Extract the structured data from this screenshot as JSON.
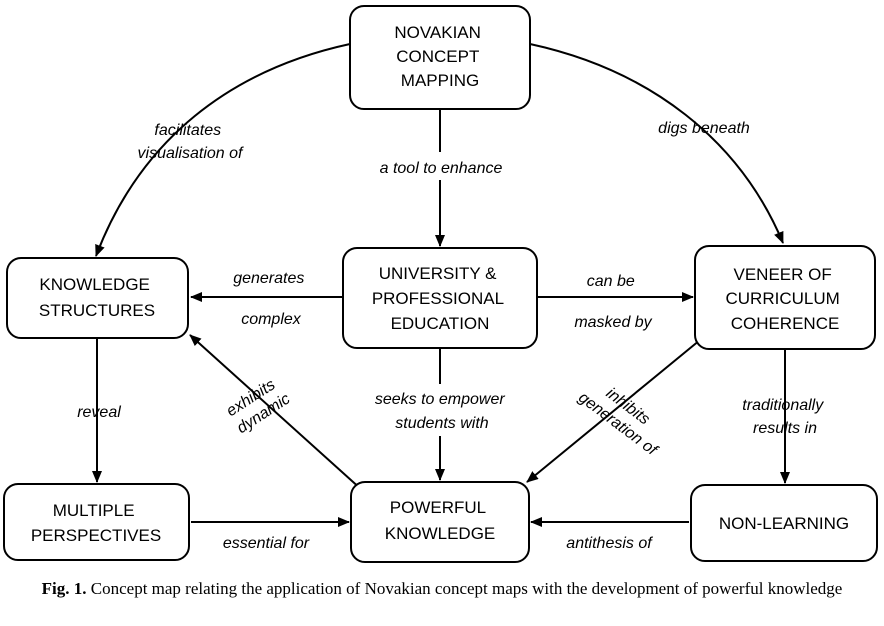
{
  "nodes": {
    "novakian": [
      "NOVAKIAN",
      "CONCEPT",
      "MAPPING"
    ],
    "university": [
      "UNIVERSITY &",
      "PROFESSIONAL",
      "EDUCATION"
    ],
    "knowledge_structures": [
      "KNOWLEDGE",
      "STRUCTURES"
    ],
    "veneer": [
      "VENEER OF",
      "CURRICULUM",
      "COHERENCE"
    ],
    "multiple": [
      "MULTIPLE",
      "PERSPECTIVES"
    ],
    "powerful": [
      "POWERFUL",
      "KNOWLEDGE"
    ],
    "nonlearning": [
      "NON-LEARNING"
    ]
  },
  "edges": {
    "facilitates": [
      "facilitates",
      "visualisation of"
    ],
    "tool": [
      "a tool to enhance"
    ],
    "digs": [
      "digs beneath"
    ],
    "generates": [
      "generates",
      "complex"
    ],
    "masked": [
      "can be",
      "masked by"
    ],
    "reveal": [
      "reveal"
    ],
    "exhibits": [
      "exhibits",
      "dynamic"
    ],
    "seeks": [
      "seeks to empower",
      "students with"
    ],
    "inhibits": [
      "inhibits",
      "generation of"
    ],
    "traditionally": [
      "traditionally",
      "results in"
    ],
    "essential": [
      "essential for"
    ],
    "antithesis": [
      "antithesis of"
    ]
  },
  "caption": {
    "label": "Fig. 1.",
    "text": "Concept map relating the application of Novakian concept maps with the development of powerful knowledge"
  }
}
